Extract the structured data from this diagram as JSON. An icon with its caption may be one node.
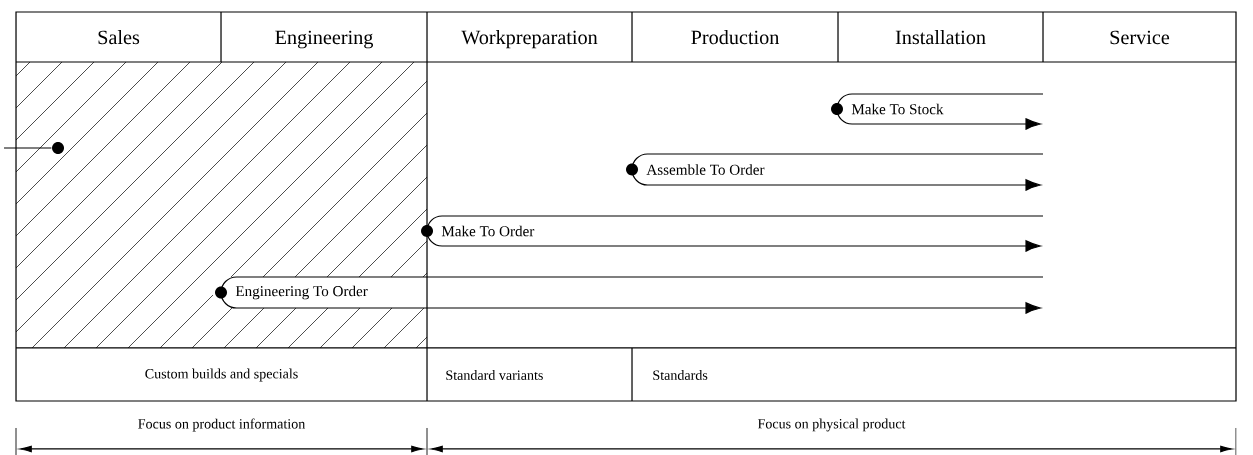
{
  "diagram": {
    "nodes": [
      {
        "text": [
          "Make To Stock"
        ]
      },
      {
        "text": [
          "Assemble To Order"
        ]
      },
      {
        "text": [
          "Make To Order"
        ]
      },
      {
        "text": [
          "Engineering To Order"
        ]
      },
      {
        "text": [],
        "shape": "circle"
      }
    ],
    "edges": [
      {
        "from": 0,
        "to": null,
        "arrow": "to"
      },
      {
        "from": 1,
        "to": null,
        "arrow": "to"
      },
      {
        "from": 2,
        "to": null,
        "arrow": "to"
      },
      {
        "from": 3,
        "to": null,
        "arrow": "to"
      },
      {
        "from": null,
        "to": 4,
        "arrow": "none"
      }
    ],
    "labels": [
      "Sales",
      "Engineering",
      "Workpreparation",
      "Production",
      "Installation",
      "Service",
      "Custom builds and specials",
      "Standard variants",
      "Standards",
      "Focus on product information",
      "Focus on physical product"
    ]
  }
}
